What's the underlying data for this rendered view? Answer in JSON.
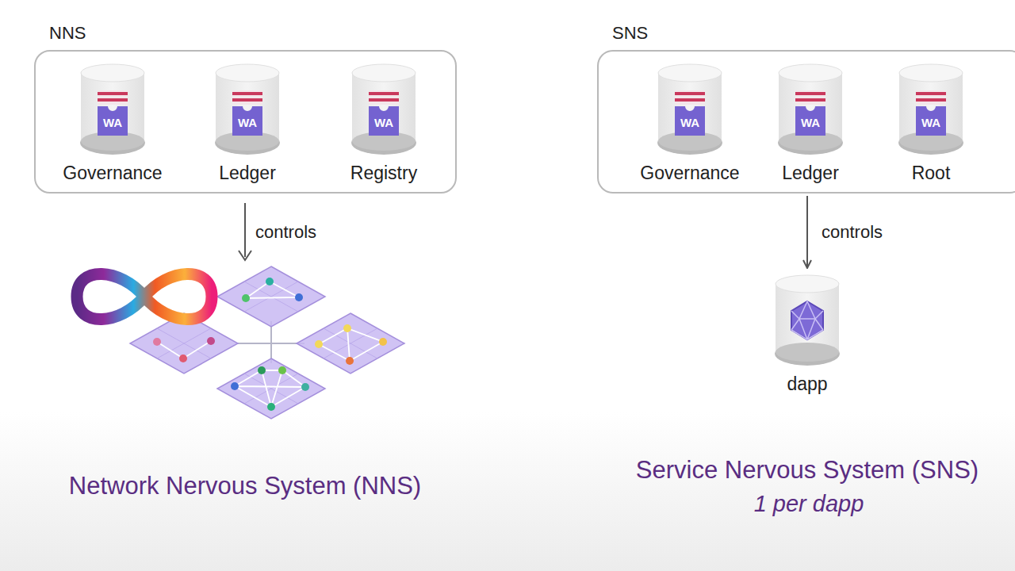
{
  "diagram": {
    "nodes": [
      {
        "text": [
          "NNS"
        ]
      },
      {
        "text": [
          "WA",
          "Governance"
        ],
        "in": 0
      },
      {
        "text": [
          "WA",
          "Ledger"
        ],
        "in": 0
      },
      {
        "text": [
          "WA",
          "Registry"
        ],
        "in": 0
      },
      {
        "text": [
          "SNS"
        ]
      },
      {
        "text": [
          "WA",
          "Governance"
        ],
        "in": 4
      },
      {
        "text": [
          "WA",
          "Ledger"
        ],
        "in": 4
      },
      {
        "text": [
          "WA",
          "Root"
        ],
        "in": 4
      },
      {
        "text": [
          "dapp"
        ]
      }
    ],
    "edges": [
      {
        "from": 4,
        "to": 8,
        "label": "controls",
        "arrow": "to"
      }
    ],
    "labels": [
      "controls",
      "Network Nervous System (NNS)",
      "Service Nervous System (SNS)",
      "1 per dapp"
    ]
  }
}
